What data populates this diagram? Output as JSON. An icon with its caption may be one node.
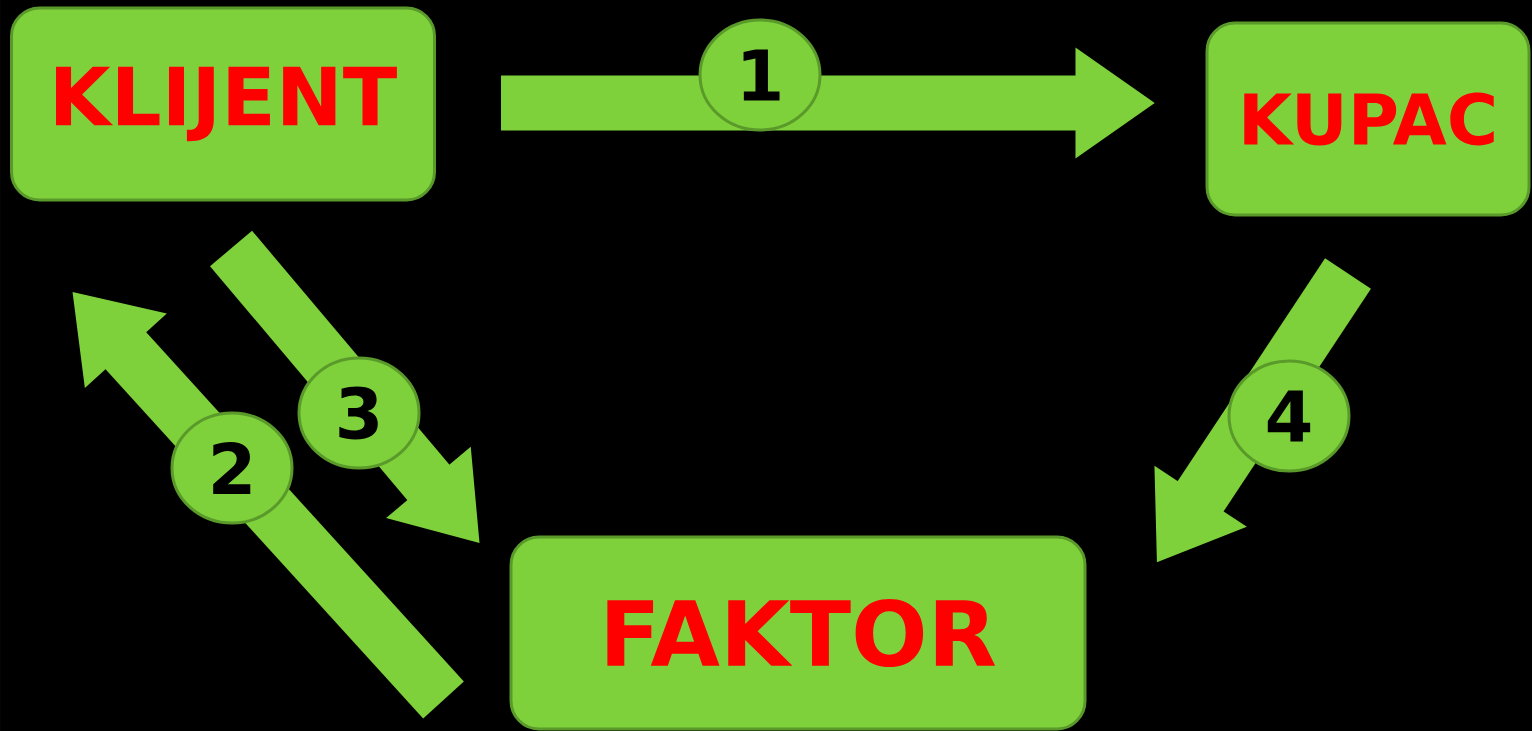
{
  "diagram": {
    "nodes": [
      {
        "text": [
          "KLIJENT"
        ]
      },
      {
        "text": [
          "KUPAC"
        ]
      },
      {
        "text": [
          "FAKTOR"
        ]
      }
    ],
    "edges": [
      {
        "from": 0,
        "to": 1,
        "arrow": "to",
        "label": "1"
      },
      {
        "from": 2,
        "to": 0,
        "arrow": "to",
        "label": "2"
      },
      {
        "from": 0,
        "to": 2,
        "arrow": "to",
        "label": "3"
      },
      {
        "from": 1,
        "to": 2,
        "arrow": "to",
        "label": "4"
      }
    ]
  }
}
